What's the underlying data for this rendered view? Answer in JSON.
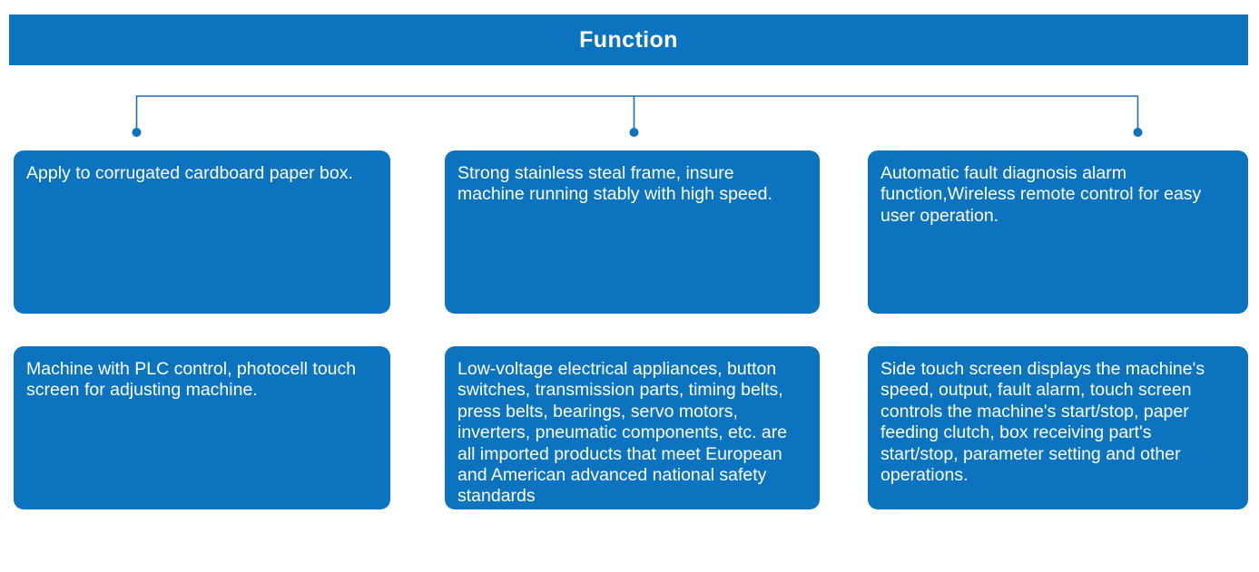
{
  "header": {
    "title": "Function",
    "background_color": "#0c74bf",
    "text_color": "#ffffff"
  },
  "connector": {
    "line_color": "#1f6fa8",
    "node_color": "#0c74bf",
    "branch_count": 3
  },
  "cards": [
    {
      "id": "card-apply-cardboard",
      "row": 1,
      "column": 1,
      "text": "Apply to corrugated cardboard paper box."
    },
    {
      "id": "card-stainless-frame",
      "row": 1,
      "column": 2,
      "text": "Strong stainless steal frame, insure machine running stably with high speed."
    },
    {
      "id": "card-fault-diagnosis",
      "row": 1,
      "column": 3,
      "text": "Automatic fault diagnosis alarm function,Wireless remote control for easy user operation."
    },
    {
      "id": "card-plc-control",
      "row": 2,
      "column": 1,
      "text": "Machine with PLC control, photocell touch screen for adjusting machine."
    },
    {
      "id": "card-imported-components",
      "row": 2,
      "column": 2,
      "text": "Low-voltage electrical appliances, button switches, transmission parts, timing belts, press belts, bearings, servo motors, inverters, pneumatic components, etc. are all imported products that meet European and American advanced national safety standards"
    },
    {
      "id": "card-side-touch-screen",
      "row": 2,
      "column": 3,
      "text": "Side touch screen displays the machine's speed, output, fault alarm, touch screen controls the machine's start/stop, paper feeding clutch, box receiving part's start/stop, parameter setting and other operations."
    }
  ],
  "colors": {
    "card_background": "#0c74bf",
    "card_text": "#ffffff",
    "page_background": "#ffffff"
  }
}
